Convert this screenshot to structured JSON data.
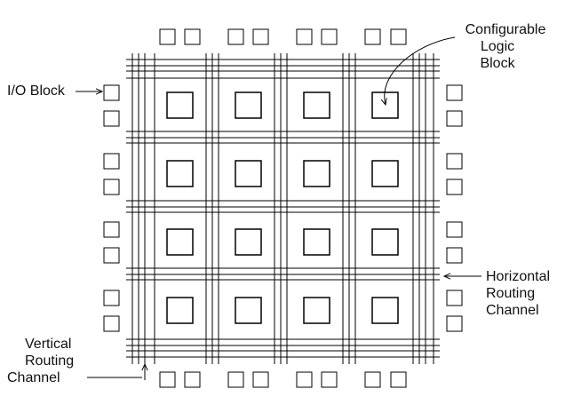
{
  "labels": {
    "clb_line1": "Configurable",
    "clb_line2": "Logic",
    "clb_line3": "Block",
    "io_block": "I/O Block",
    "hrc_line1": "Horizontal",
    "hrc_line2": "Routing",
    "hrc_line3": "Channel",
    "vrc_line1": "Vertical",
    "vrc_line2": "Routing",
    "vrc_line3": "Channel"
  },
  "grid": {
    "rows": 4,
    "cols": 4
  },
  "colors": {
    "stroke": "#000000",
    "background": "#ffffff"
  }
}
